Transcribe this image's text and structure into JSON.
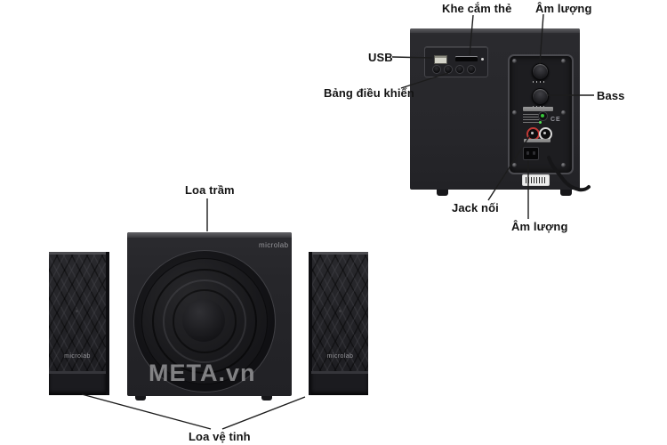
{
  "product": {
    "brand": "microlab"
  },
  "watermark": {
    "text": "META.vn"
  },
  "callouts": {
    "card_slot": "Khe cắm thẻ",
    "volume_top": "Âm lượng",
    "usb": "USB",
    "control_panel": "Bảng điều khiển",
    "bass": "Bass",
    "jack": "Jack nối",
    "volume_bottom": "Âm lượng",
    "subwoofer": "Loa trầm",
    "satellite": "Loa vệ tinh"
  },
  "back_panel": {
    "cert_mark": "CE"
  },
  "colors": {
    "background": "#ffffff",
    "cabinet": "#27272b",
    "label_text": "#141414",
    "pointer_line": "#1c1c1c",
    "rca_red": "#c23a36",
    "rca_white": "#d9d9d9",
    "jack_green": "#35c437",
    "brand_gray": "#97979b",
    "watermark_gray": "#949496"
  }
}
